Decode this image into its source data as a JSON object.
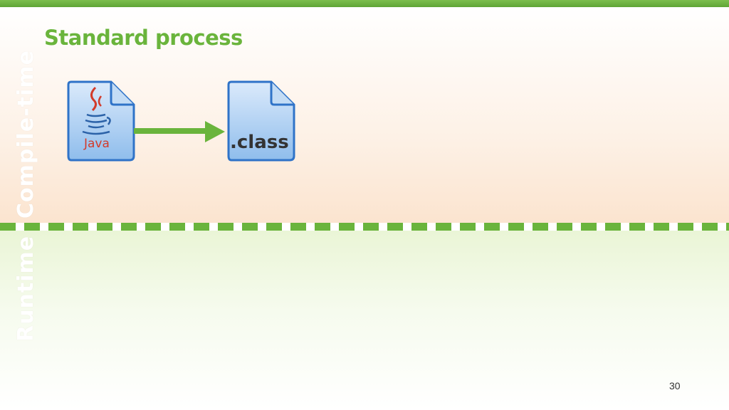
{
  "slide": {
    "title": "Standard process",
    "page_number": "30"
  },
  "zones": {
    "compile_label": "Compile-time",
    "runtime_label": "Runtime"
  },
  "diagram": {
    "source_file": {
      "label": "Java",
      "icon": "java-file-icon"
    },
    "output_file": {
      "label": ".class",
      "icon": "class-file-icon"
    },
    "arrow_color": "#6ab43c"
  },
  "colors": {
    "accent": "#6ab43c",
    "file_fill": "#a9cdf0",
    "file_border": "#2f73c8"
  }
}
